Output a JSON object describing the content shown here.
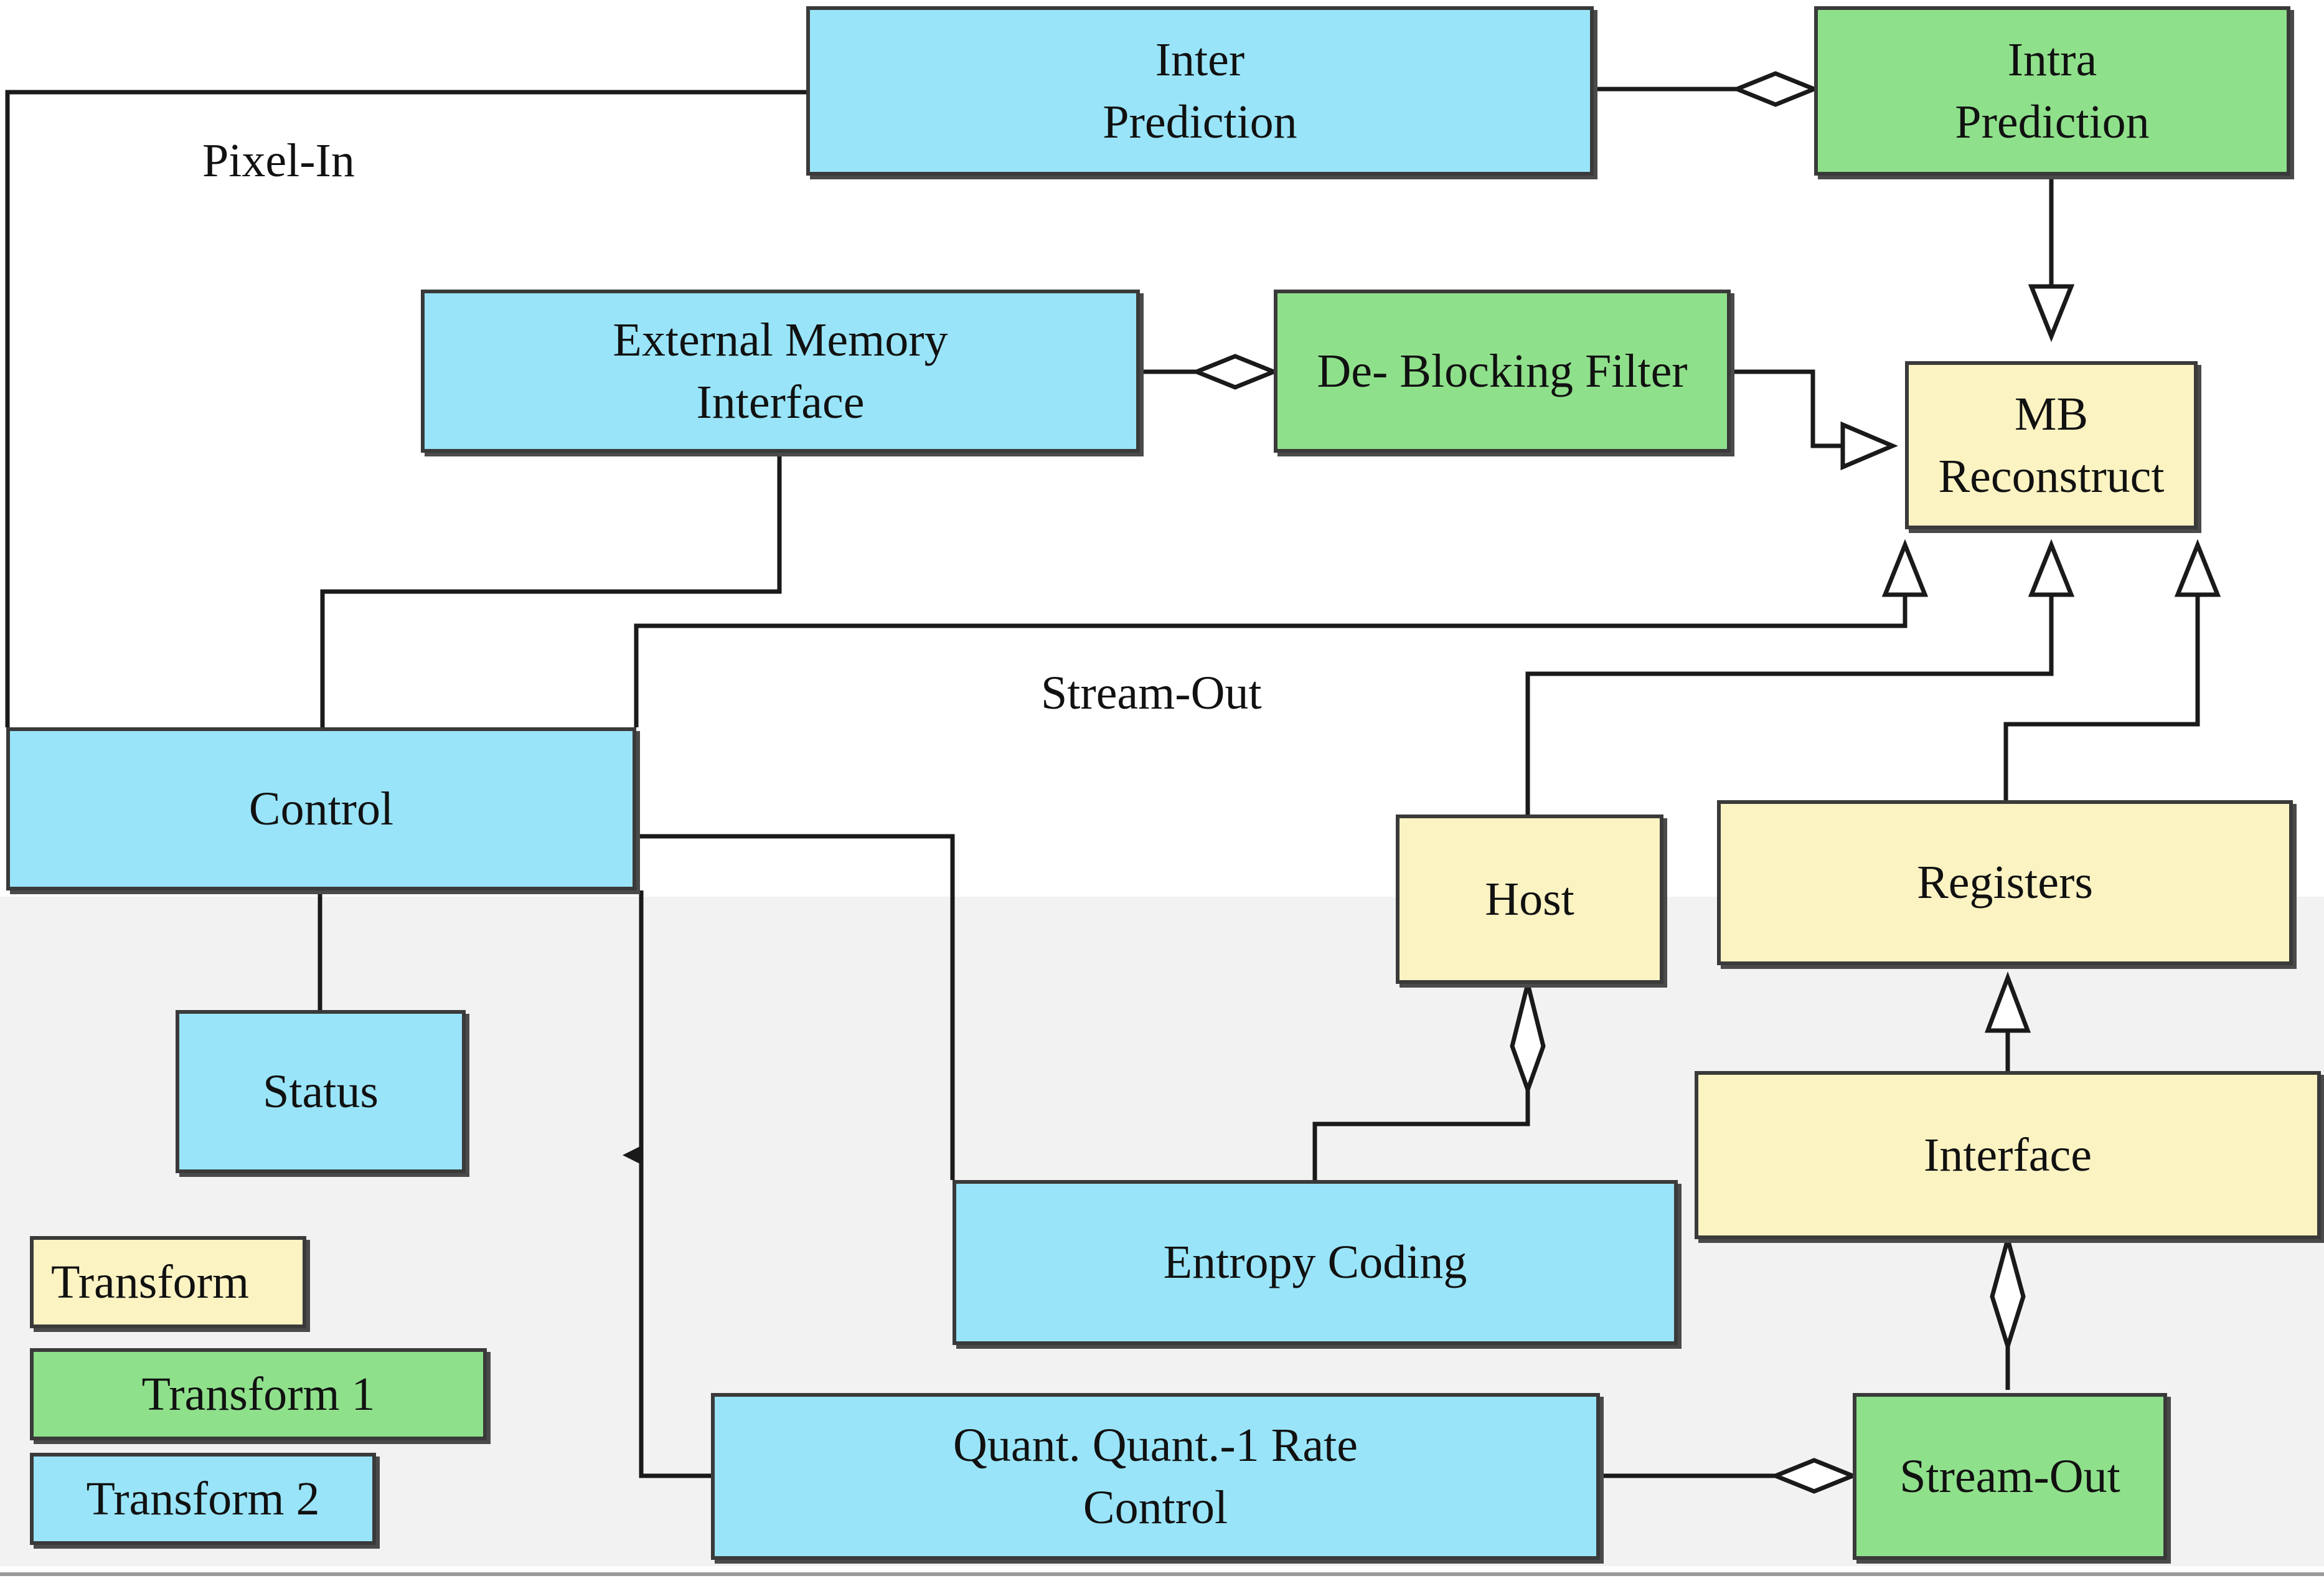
{
  "boxes": {
    "inter_prediction": "Inter\nPrediction",
    "intra_prediction": "Intra\nPrediction",
    "external_memory_interface": "External Memory\nInterface",
    "deblocking_filter": "De- Blocking Filter",
    "mb_reconstruct": "MB\nReconstruct",
    "control": "Control",
    "status": "Status",
    "host": "Host",
    "registers": "Registers",
    "interface": "Interface",
    "entropy_coding": "Entropy Coding",
    "quant_rate_control": "Quant. Quant.-1 Rate\nControl",
    "stream_out_box": "Stream-Out"
  },
  "labels": {
    "pixel_in": "Pixel-In",
    "stream_out": "Stream-Out"
  },
  "legend": [
    {
      "label": "Transform",
      "color": "#fbf3c2"
    },
    {
      "label": "Transform 1",
      "color": "#8fe08b"
    },
    {
      "label": "Transform 2",
      "color": "#99e4f8"
    }
  ],
  "colors": {
    "blue_box": "#99e4f8",
    "green_box": "#8fe08b",
    "yellow_box": "#fbf3c2",
    "line": "#1a1a1a"
  }
}
